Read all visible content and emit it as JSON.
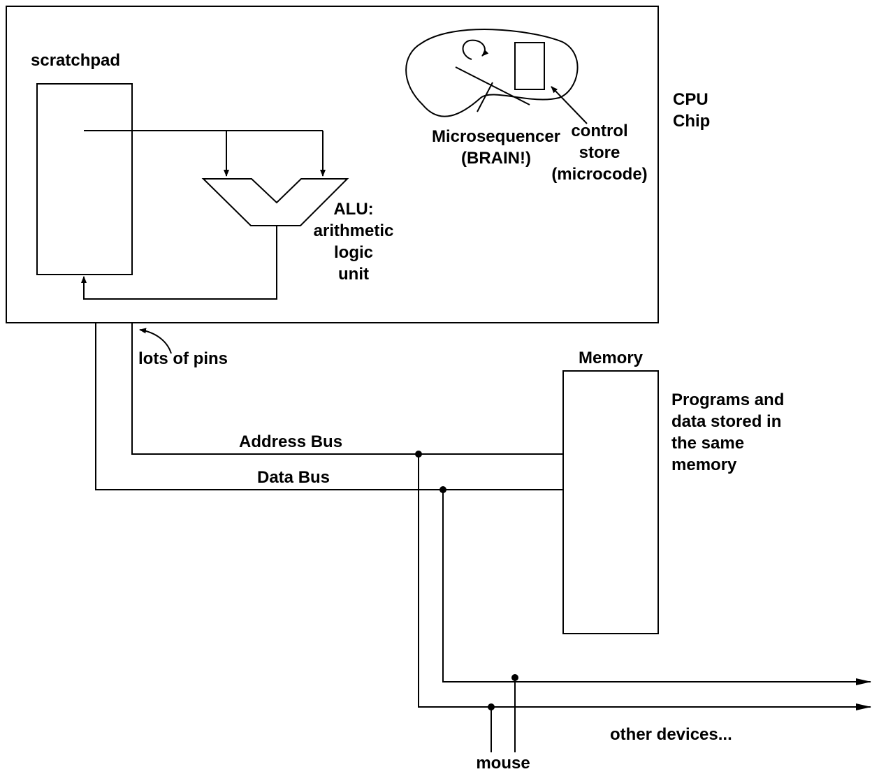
{
  "labels": {
    "scratchpad": "scratchpad",
    "alu": "ALU:\narithmetic\nlogic\nunit",
    "microsequencer": "Microsequencer\n(BRAIN!)",
    "control_store": "control\nstore\n(microcode)",
    "cpu_chip": "CPU\nChip",
    "lots_of_pins": "lots of pins",
    "memory": "Memory",
    "memory_note": "Programs and\ndata stored in\nthe same\nmemory",
    "address_bus": "Address Bus",
    "data_bus": "Data Bus",
    "mouse": "mouse",
    "other_devices": "other devices..."
  }
}
